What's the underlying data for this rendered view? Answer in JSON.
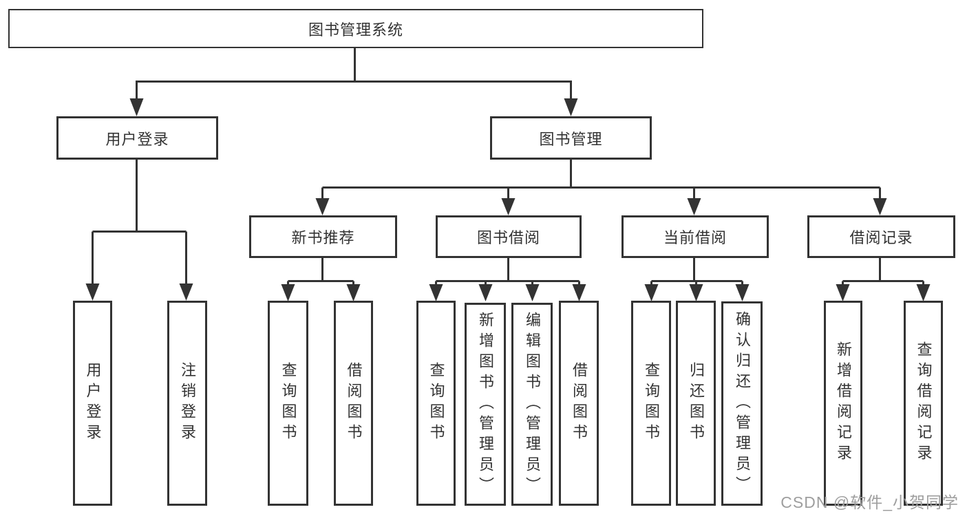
{
  "palette": {
    "ink": "#333333",
    "paper": "#ffffff",
    "watermark": "#9e9e9e"
  },
  "tree": {
    "label": "图书管理系统",
    "children": [
      {
        "label": "用户登录",
        "children": [
          {
            "label": "用户登录"
          },
          {
            "label": "注销登录"
          }
        ]
      },
      {
        "label": "图书管理",
        "children": [
          {
            "label": "新书推荐",
            "children": [
              {
                "label": "查询图书"
              },
              {
                "label": "借阅图书"
              }
            ]
          },
          {
            "label": "图书借阅",
            "children": [
              {
                "label": "查询图书"
              },
              {
                "label": "新增图书（管理员）"
              },
              {
                "label": "编辑图书（管理员）"
              },
              {
                "label": "借阅图书"
              }
            ]
          },
          {
            "label": "当前借阅",
            "children": [
              {
                "label": "查询图书"
              },
              {
                "label": "归还图书"
              },
              {
                "label": "确认归还（管理员）"
              }
            ]
          },
          {
            "label": "借阅记录",
            "children": [
              {
                "label": "新增借阅记录"
              },
              {
                "label": "查询借阅记录"
              }
            ]
          }
        ]
      }
    ]
  },
  "watermark": {
    "text": "CSDN @软件_小贺同学"
  }
}
